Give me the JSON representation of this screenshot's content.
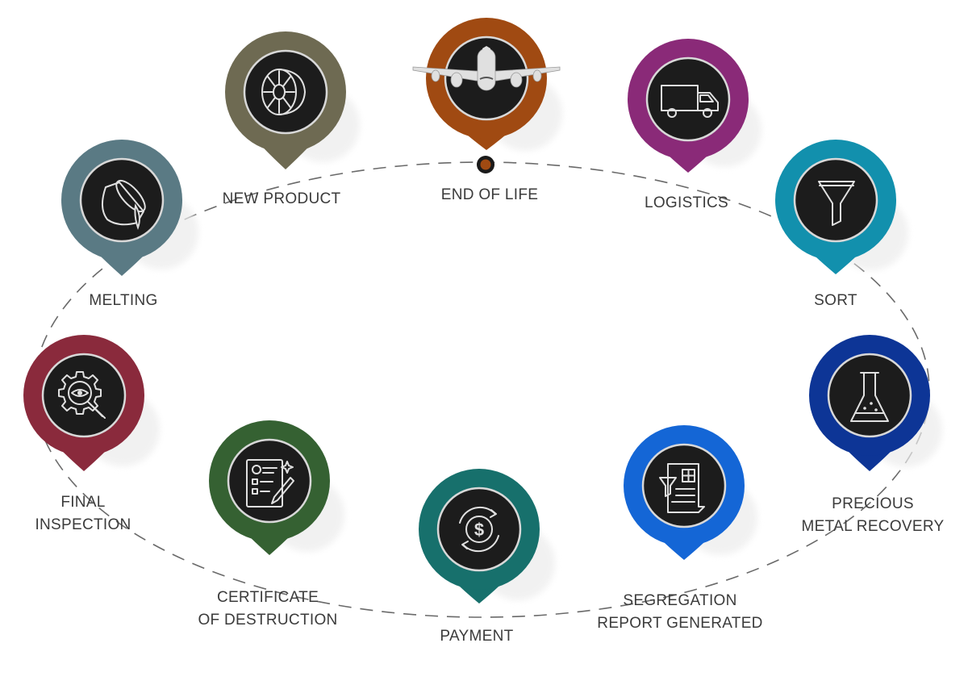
{
  "steps": [
    {
      "id": "end-of-life",
      "icon": "airplane-icon",
      "color": "#a04a12",
      "lines": [
        "END OF LIFE"
      ]
    },
    {
      "id": "logistics",
      "icon": "truck-icon",
      "color": "#8a2a78",
      "lines": [
        "LOGISTICS"
      ]
    },
    {
      "id": "sort",
      "icon": "funnel-icon",
      "color": "#1290ad",
      "lines": [
        "SORT"
      ]
    },
    {
      "id": "precious-metal-recovery",
      "icon": "flask-icon",
      "color": "#0d3596",
      "lines": [
        "PRECIOUS",
        "METAL RECOVERY"
      ]
    },
    {
      "id": "segregation-report",
      "icon": "report-icon",
      "color": "#1466d6",
      "lines": [
        "SEGREGATION",
        "REPORT GENERATED"
      ]
    },
    {
      "id": "payment",
      "icon": "dollar-cycle-icon",
      "color": "#17706c",
      "lines": [
        "PAYMENT"
      ]
    },
    {
      "id": "certificate",
      "icon": "certificate-icon",
      "color": "#356132",
      "lines": [
        "CERTIFICATE",
        "OF DESTRUCTION"
      ]
    },
    {
      "id": "final-inspection",
      "icon": "inspection-gear-icon",
      "color": "#8a2a3c",
      "lines": [
        "FINAL",
        "INSPECTION"
      ]
    },
    {
      "id": "melting",
      "icon": "crucible-icon",
      "color": "#5a7a84",
      "lines": [
        "MELTING"
      ]
    },
    {
      "id": "new-product",
      "icon": "turbine-engine-icon",
      "color": "#6e6a52",
      "lines": [
        "NEW PRODUCT"
      ]
    }
  ]
}
